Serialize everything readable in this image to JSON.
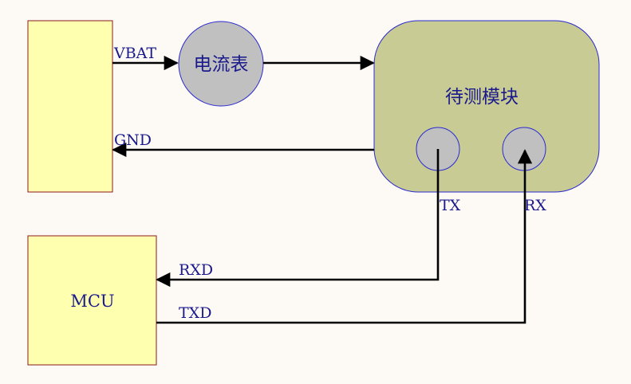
{
  "diagram": {
    "ammeter_label": "电流表",
    "module_label": "待测模块",
    "mcu_label": "MCU",
    "vbat_label": "VBAT",
    "gnd_label": "GND",
    "tx_label": "TX",
    "rx_label": "RX",
    "rxd_label": "RXD",
    "txd_label": "TXD"
  },
  "colors": {
    "background": "#fdf9f4",
    "box_fill": "#ffffb0",
    "box_stroke": "#8b1a1a",
    "module_fill": "#c8cc94",
    "module_stroke": "#2a2ad0",
    "circle_fill": "#c0c0c0",
    "text": "#1a1a8c",
    "wire": "#000000"
  }
}
